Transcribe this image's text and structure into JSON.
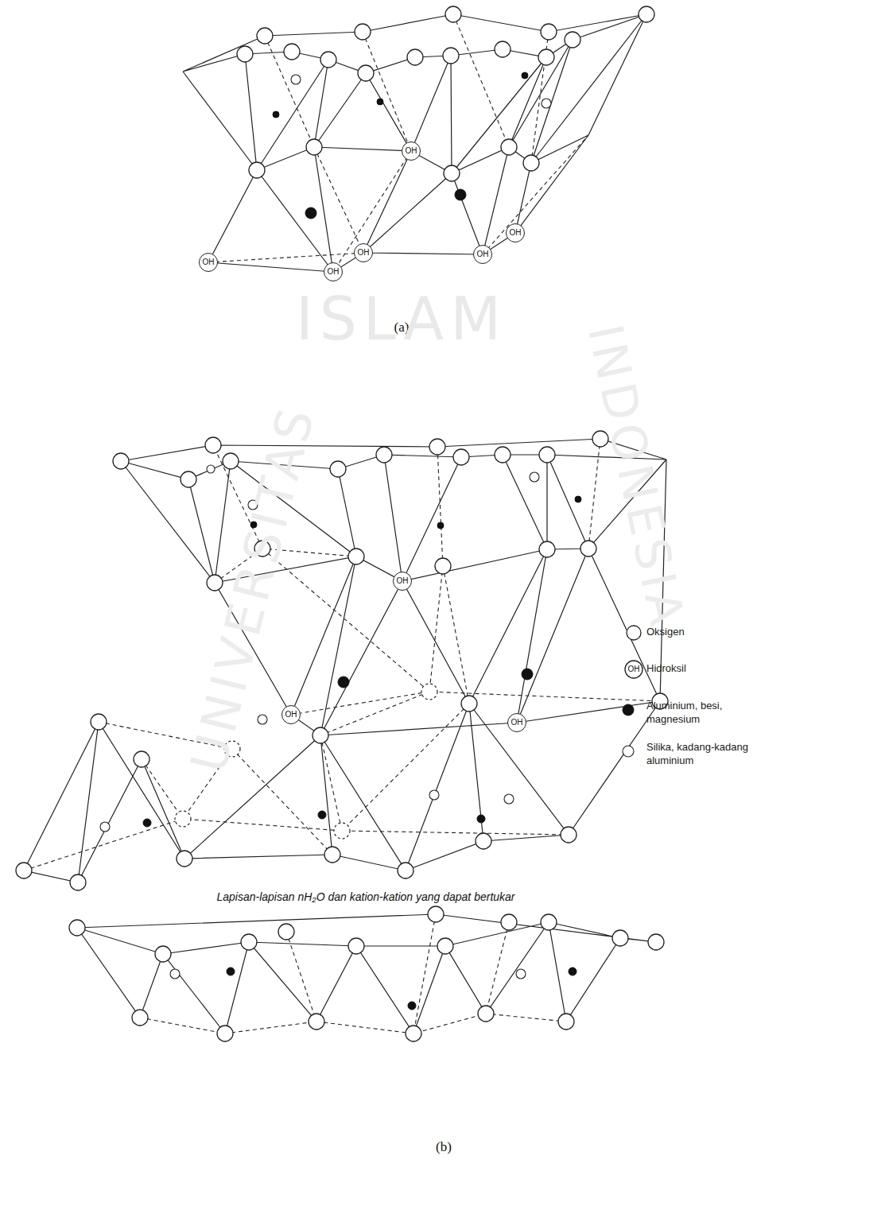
{
  "diagram": {
    "nodes": [
      {
        "text": [
          "OH"
        ]
      },
      {
        "text": [
          "OH"
        ]
      },
      {
        "text": [
          "OH"
        ]
      },
      {
        "text": [
          "OH"
        ]
      },
      {
        "text": [
          "OH"
        ]
      },
      {
        "text": [
          "OH"
        ]
      },
      {
        "text": [
          "OH"
        ]
      },
      {
        "text": [
          "OH"
        ]
      },
      {
        "text": [
          "OH"
        ]
      }
    ],
    "labels": [
      "(a)",
      "(b)",
      "Lapisan-lapisan nH₂O dan kation-kation yang dapat bertukar",
      "OH",
      "ISLAM",
      "UNIVERSITAS",
      "INDONESIA"
    ],
    "legend": [
      {
        "text": "Oksigen"
      },
      {
        "text": "Hidroksil"
      },
      {
        "text": "Aluminium, besi, magnesium"
      },
      {
        "text": "Silika, kadang-kadang aluminium"
      }
    ]
  }
}
